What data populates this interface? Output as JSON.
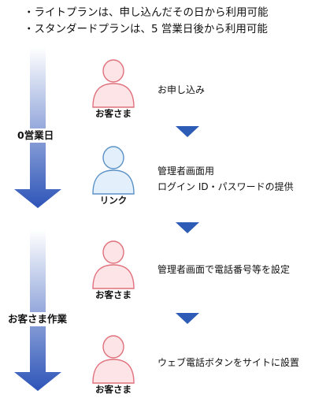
{
  "notes": [
    "・ライトプランは、申し込んだその日から利用可能",
    "・スタンダードプランは、5 営業日後から利用可能"
  ],
  "phases": [
    {
      "label": "0営業日"
    },
    {
      "label": "お客さま作業"
    }
  ],
  "steps": [
    {
      "actor": "お客さま",
      "text_lines": [
        "お申し込み"
      ]
    },
    {
      "actor": "リンク",
      "text_lines": [
        "管理者画面用",
        "ログイン ID・パスワードの提供"
      ]
    },
    {
      "actor": "お客さま",
      "text_lines": [
        "管理者画面で電話番号等を設定"
      ]
    },
    {
      "actor": "お客さま",
      "text_lines": [
        "ウェブ電話ボタンをサイトに設置"
      ]
    }
  ],
  "colors": {
    "timeline_dark": "#2d54b8",
    "timeline_light": "#ffffff",
    "step_arrow": "#2d5cb6",
    "customer_fill": "#fde4e7",
    "customer_stroke": "#e0707c",
    "link_fill": "#e3f0fb",
    "link_stroke": "#5a92c8"
  },
  "icons": {
    "customer": "person-icon",
    "link": "person-icon"
  }
}
